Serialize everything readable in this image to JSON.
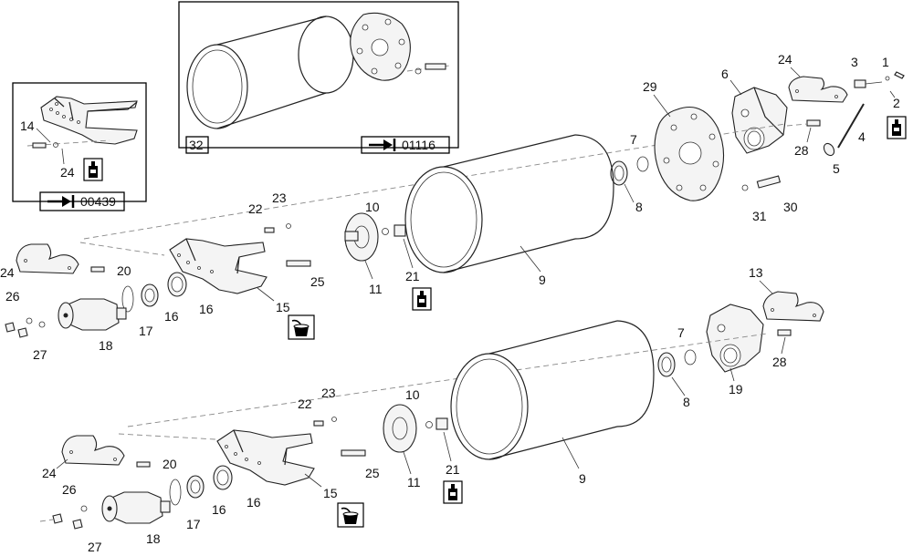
{
  "callouts": [
    {
      "id": "c1",
      "text": "1"
    },
    {
      "id": "c2",
      "text": "2"
    },
    {
      "id": "c3",
      "text": "3"
    },
    {
      "id": "c4",
      "text": "4"
    },
    {
      "id": "c5",
      "text": "5"
    },
    {
      "id": "c6",
      "text": "6"
    },
    {
      "id": "c24a",
      "text": "24"
    },
    {
      "id": "c29",
      "text": "29"
    },
    {
      "id": "c28a",
      "text": "28"
    },
    {
      "id": "c7a",
      "text": "7"
    },
    {
      "id": "c8a",
      "text": "8"
    },
    {
      "id": "c30",
      "text": "30"
    },
    {
      "id": "c31",
      "text": "31"
    },
    {
      "id": "c9a",
      "text": "9"
    },
    {
      "id": "c10a",
      "text": "10"
    },
    {
      "id": "c11a",
      "text": "11"
    },
    {
      "id": "c21a",
      "text": "21"
    },
    {
      "id": "c22a",
      "text": "22"
    },
    {
      "id": "c23a",
      "text": "23"
    },
    {
      "id": "c25a",
      "text": "25"
    },
    {
      "id": "c20a",
      "text": "20"
    },
    {
      "id": "c24b",
      "text": "24"
    },
    {
      "id": "c15a",
      "text": "15"
    },
    {
      "id": "c16a",
      "text": "16"
    },
    {
      "id": "c16b",
      "text": "16"
    },
    {
      "id": "c17a",
      "text": "17"
    },
    {
      "id": "c18a",
      "text": "18"
    },
    {
      "id": "c26a",
      "text": "26"
    },
    {
      "id": "c27a",
      "text": "27"
    },
    {
      "id": "c13",
      "text": "13"
    },
    {
      "id": "c14",
      "text": "14"
    },
    {
      "id": "c24c",
      "text": "24"
    },
    {
      "id": "c7b",
      "text": "7"
    },
    {
      "id": "c19",
      "text": "19"
    },
    {
      "id": "c28b",
      "text": "28"
    },
    {
      "id": "c8b",
      "text": "8"
    },
    {
      "id": "c9b",
      "text": "9"
    },
    {
      "id": "c10b",
      "text": "10"
    },
    {
      "id": "c11b",
      "text": "11"
    },
    {
      "id": "c21b",
      "text": "21"
    },
    {
      "id": "c22b",
      "text": "22"
    },
    {
      "id": "c23b",
      "text": "23"
    },
    {
      "id": "c25b",
      "text": "25"
    },
    {
      "id": "c20b",
      "text": "20"
    },
    {
      "id": "c24d",
      "text": "24"
    },
    {
      "id": "c15b",
      "text": "15"
    },
    {
      "id": "c16c",
      "text": "16"
    },
    {
      "id": "c16d",
      "text": "16"
    },
    {
      "id": "c17b",
      "text": "17"
    },
    {
      "id": "c18b",
      "text": "18"
    },
    {
      "id": "c26b",
      "text": "26"
    },
    {
      "id": "c27b",
      "text": "27"
    }
  ],
  "reference_boxes": {
    "detail_left": {
      "ref": "00439"
    },
    "detail_top": {
      "item": "32",
      "ref": "01116"
    }
  },
  "icons": [
    "adhesive-bottle-icon",
    "grease-pot-icon",
    "reference-arrow-icon"
  ]
}
